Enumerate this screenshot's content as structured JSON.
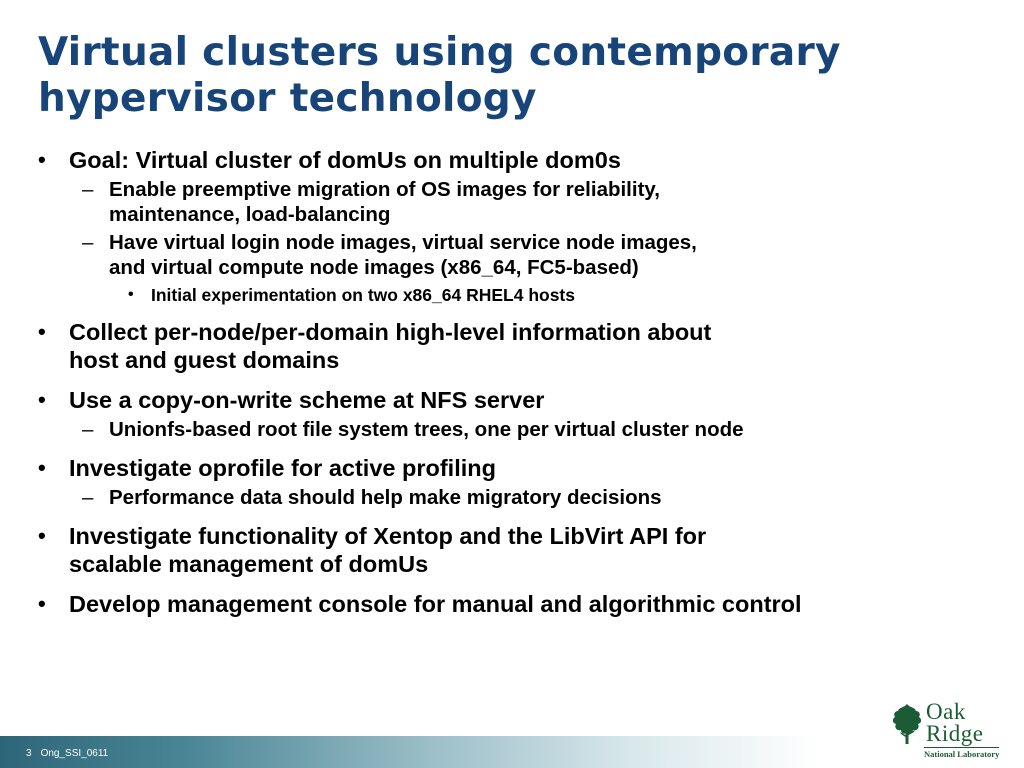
{
  "slide": {
    "title_line1": "Virtual clusters using contemporary",
    "title_line2": "hypervisor technology"
  },
  "bullets": [
    {
      "level": 1,
      "lines": [
        "Goal: Virtual cluster of domUs on multiple dom0s"
      ]
    },
    {
      "level": 2,
      "lines": [
        "Enable preemptive migration of OS images for reliability,",
        "maintenance, load-balancing"
      ]
    },
    {
      "level": 2,
      "lines": [
        "Have virtual login node images, virtual service node images,",
        "and virtual compute node images (x86_64, FC5-based)"
      ]
    },
    {
      "level": 3,
      "lines": [
        "Initial experimentation on two x86_64 RHEL4 hosts"
      ]
    },
    {
      "level": 1,
      "lines": [
        "Collect per-node/per-domain high-level information about",
        "host and guest domains"
      ]
    },
    {
      "level": 1,
      "lines": [
        "Use a copy-on-write scheme at NFS server"
      ]
    },
    {
      "level": 2,
      "lines": [
        "Unionfs-based root file system trees, one per virtual cluster node"
      ]
    },
    {
      "level": 1,
      "lines": [
        "Investigate oprofile for active profiling"
      ]
    },
    {
      "level": 2,
      "lines": [
        "Performance data should help make migratory decisions"
      ]
    },
    {
      "level": 1,
      "lines": [
        "Investigate functionality of Xentop and the LibVirt API for",
        "scalable management of domUs"
      ]
    },
    {
      "level": 1,
      "lines": [
        "Develop management console for manual and algorithmic control"
      ]
    }
  ],
  "footer": {
    "page_number": "3",
    "document_id": "Ong_SSI_0611"
  },
  "logo": {
    "word1": "Oak",
    "word2": "Ridge",
    "subtitle": "National Laboratory",
    "icon": "oak-leaf-icon",
    "color": "#1b5c35"
  },
  "colors": {
    "title": "#17457a",
    "footer_bar": "#2d6678"
  }
}
